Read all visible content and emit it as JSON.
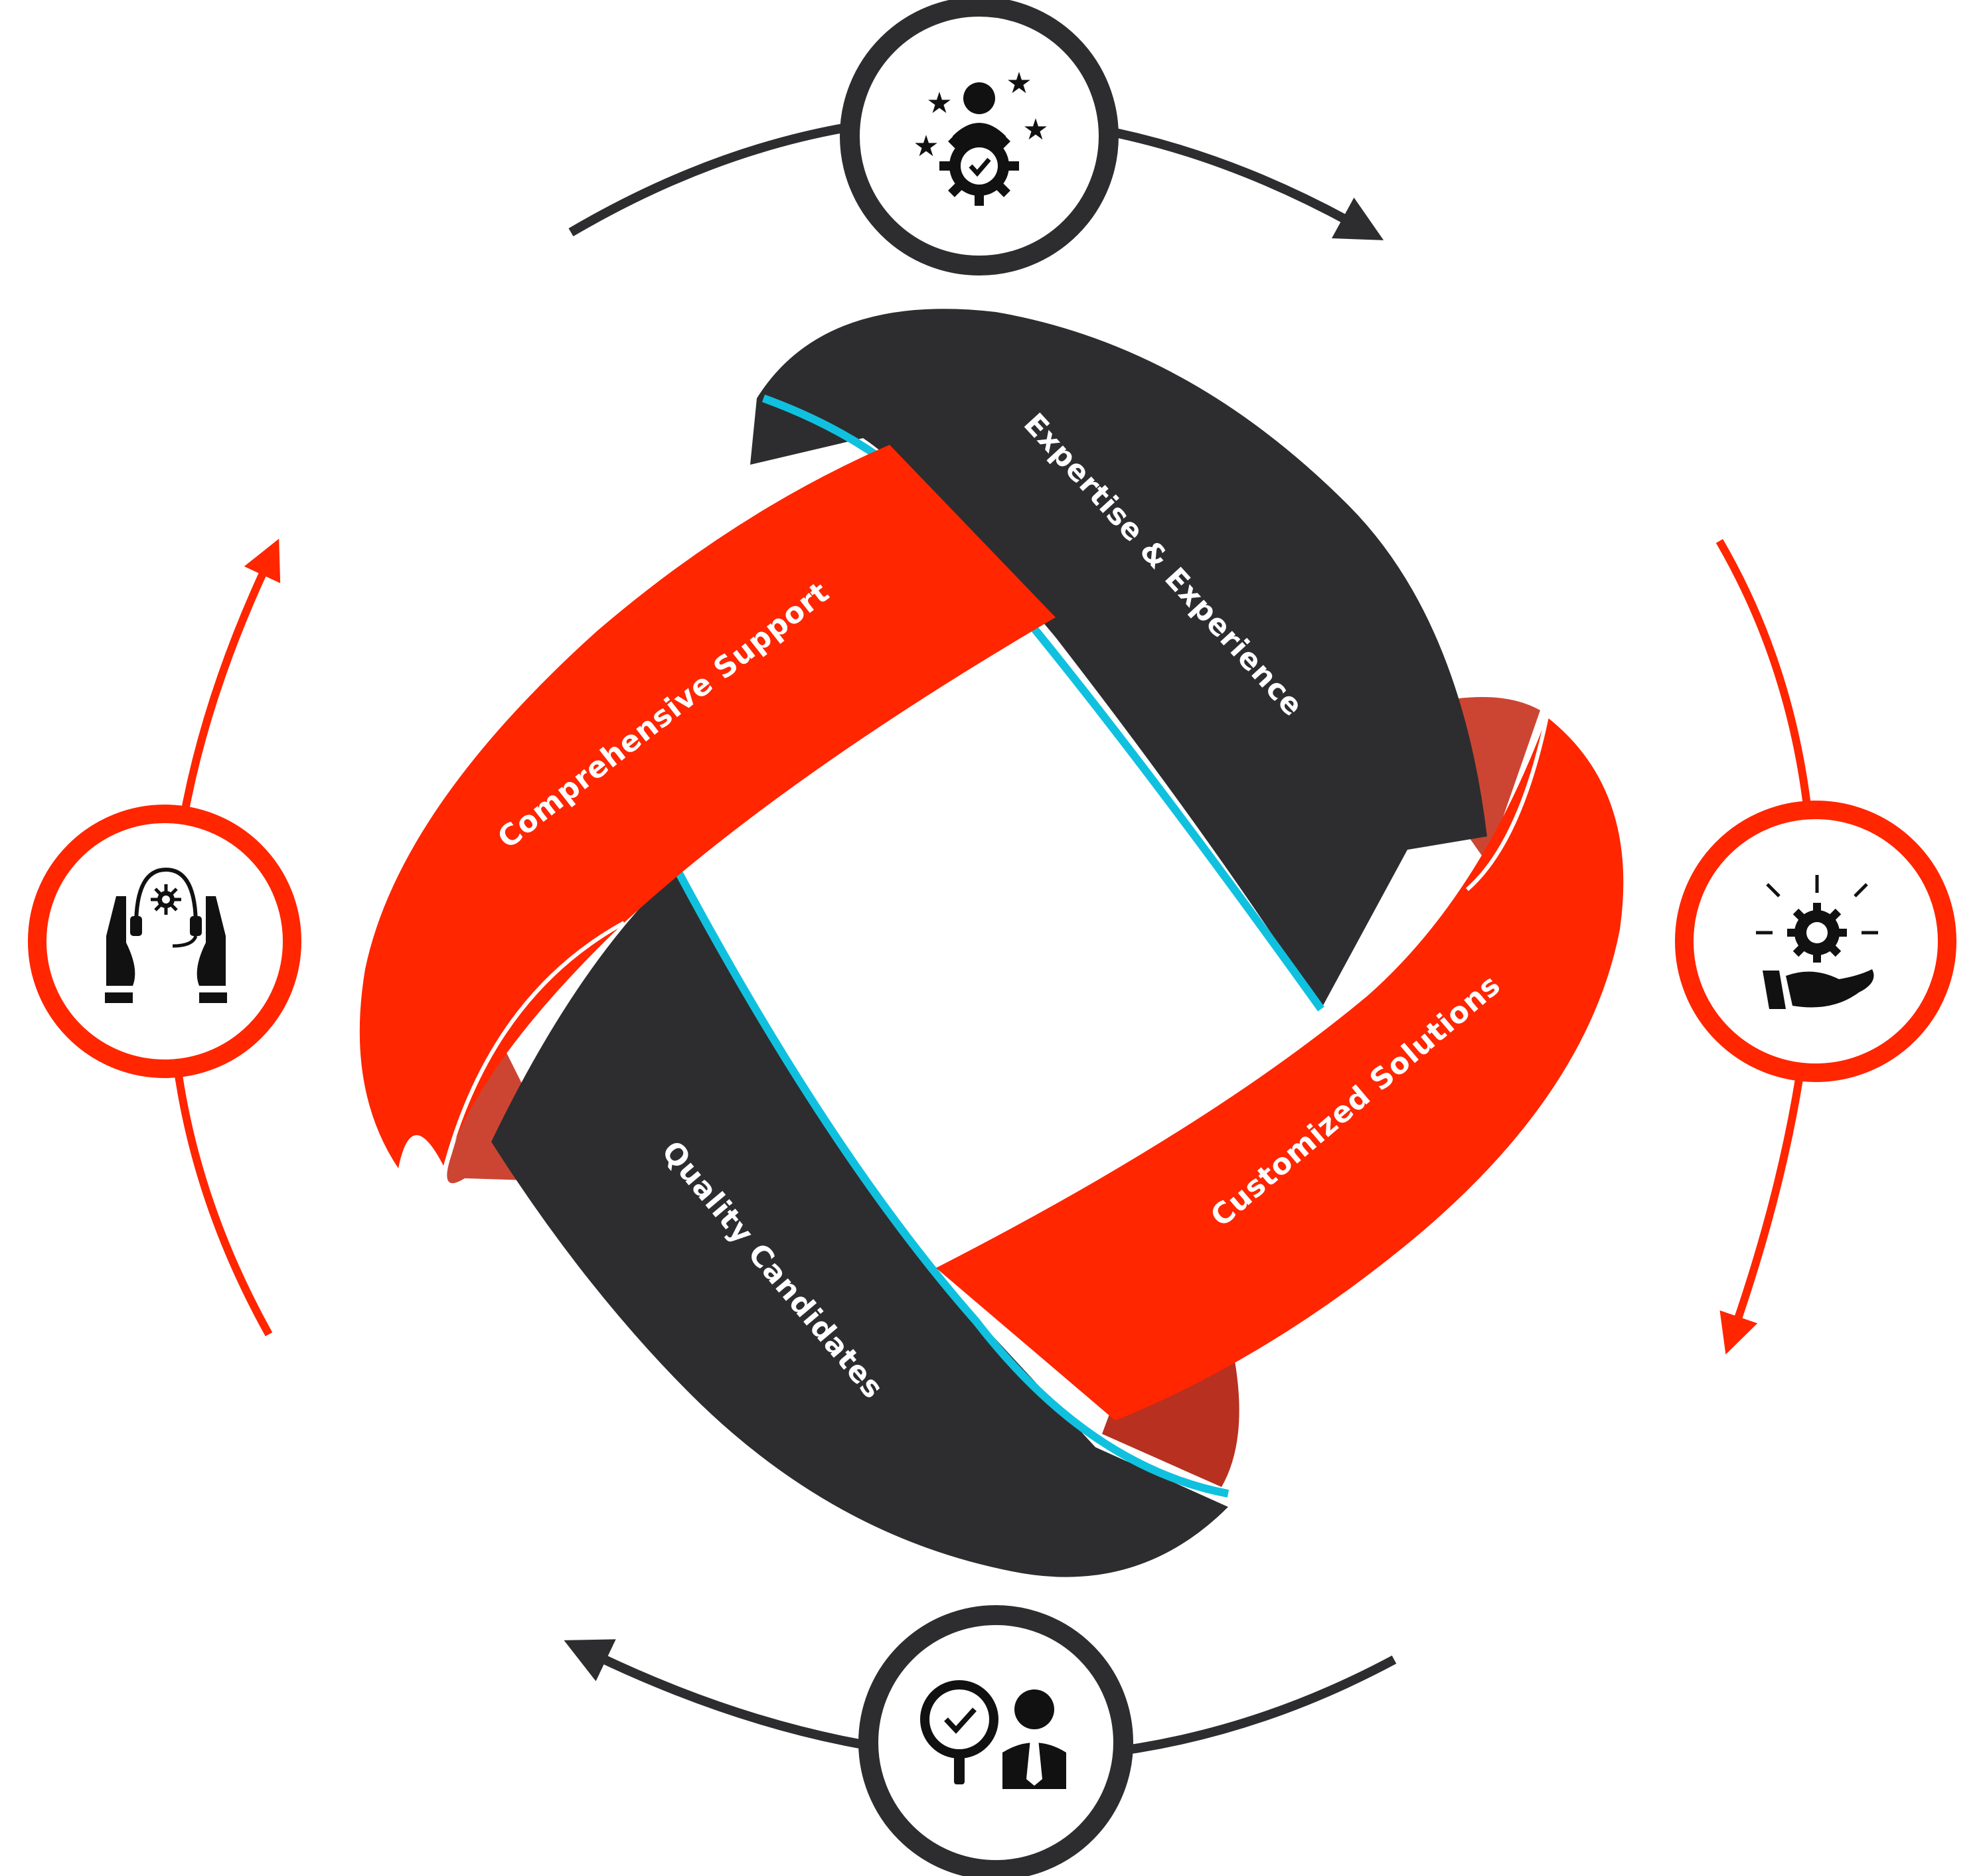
{
  "colors": {
    "dark": "#2d2d2f",
    "red": "#ff2600",
    "red_shade": "#cc4533",
    "accent": "#10c1df",
    "icon": "#111111",
    "background": "#ffffff"
  },
  "bands": [
    {
      "label": "Expertise & Experience",
      "color": "dark"
    },
    {
      "label": "Customized Solutions",
      "color": "red"
    },
    {
      "label": "Quality Candidates",
      "color": "dark"
    },
    {
      "label": "Comprehensive Support",
      "color": "red"
    }
  ],
  "nodes": [
    {
      "icon": "person-gear-stars-icon",
      "ring_color": "dark"
    },
    {
      "icon": "hand-gear-arrows-icon",
      "ring_color": "red"
    },
    {
      "icon": "search-check-person-icon",
      "ring_color": "dark"
    },
    {
      "icon": "hands-headset-gear-icon",
      "ring_color": "red"
    }
  ]
}
